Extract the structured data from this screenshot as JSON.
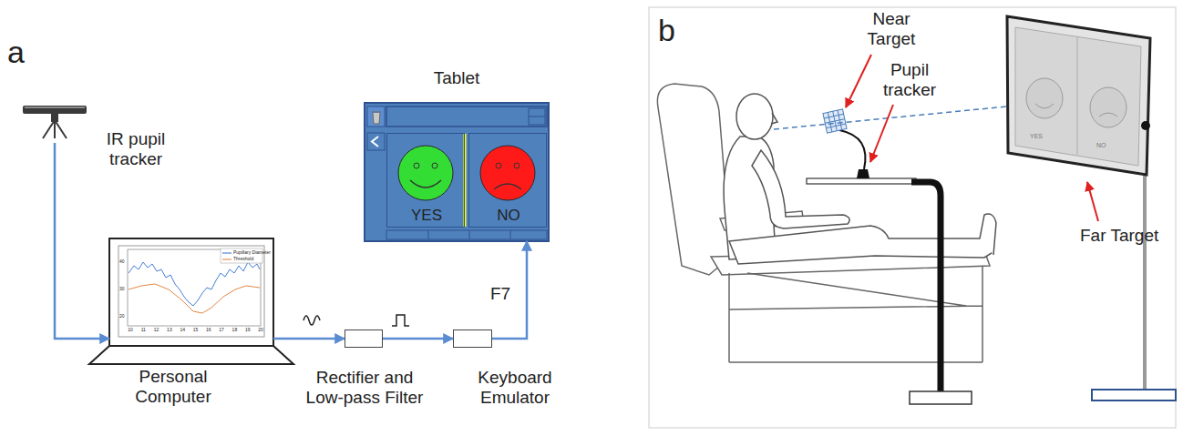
{
  "diagram": {
    "nodes": [
      {
        "text": [
          "IR pupil tracker"
        ]
      },
      {
        "text": [
          "Personal Computer"
        ]
      },
      {
        "text": [
          "Rectifier and Low-pass Filter"
        ]
      },
      {
        "text": [
          "Keyboard Emulator"
        ]
      },
      {
        "text": [
          "Tablet"
        ]
      },
      {
        "text": [
          "YES"
        ],
        "in": 4
      },
      {
        "text": [
          "NO"
        ],
        "in": 4
      }
    ],
    "edges": [
      {
        "from": 0,
        "to": 1,
        "arrow": "to"
      },
      {
        "from": 1,
        "to": 2,
        "arrow": "to"
      },
      {
        "from": 2,
        "to": 3,
        "arrow": "to"
      },
      {
        "from": 3,
        "to": 4,
        "label": "F7",
        "arrow": "to"
      }
    ],
    "labels": [
      "a",
      "b",
      "Near Target",
      "Pupil tracker",
      "Far Target",
      "YES",
      "NO",
      "10",
      "11",
      "12",
      "13",
      "14",
      "15",
      "16",
      "17",
      "18",
      "19",
      "20",
      "20",
      "30",
      "40"
    ],
    "legend": [
      {
        "text": "Pupillary Diameter"
      },
      {
        "text": "Threshold"
      }
    ]
  }
}
